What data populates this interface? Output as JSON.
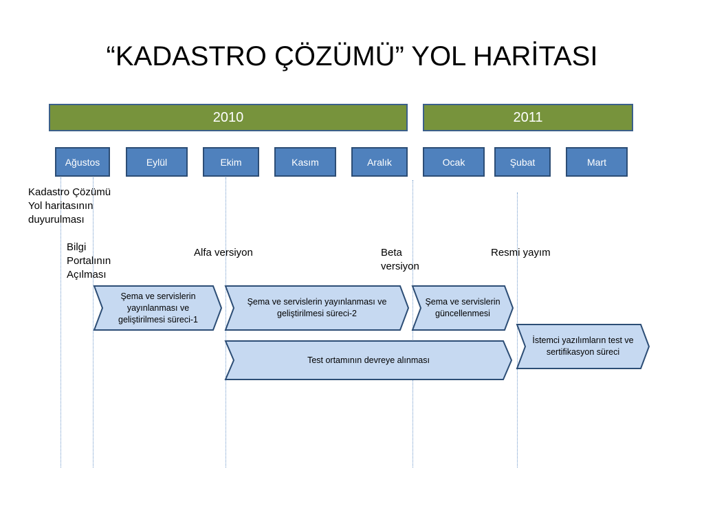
{
  "title": "“KADASTRO ÇÖZÜMÜ” YOL HARİTASI",
  "years": [
    "2010",
    "2011"
  ],
  "months": [
    "Ağustos",
    "Eylül",
    "Ekim",
    "Kasım",
    "Aralık",
    "Ocak",
    "Şubat",
    "Mart"
  ],
  "milestones": {
    "roadmap_announcement": "Kadastro Çözümü Yol haritasının duyurulması",
    "portal_opening": "Bilgi Portalının Açılması",
    "alpha": "Alfa versiyon",
    "beta": "Beta versiyon",
    "release": "Resmi yayım"
  },
  "processes": {
    "phase_1": "Şema ve servislerin yayınlanması ve geliştirilmesi süreci-1",
    "phase_2": "Şema ve servislerin yayınlanması ve geliştirilmesi süreci-2",
    "update": "Şema ve servislerin güncellenmesi",
    "client_test": "İstemci yazılımların test ve sertifikasyon süreci",
    "test_env": "Test ortamının devreye alınması"
  },
  "colors": {
    "year_fill": "#77933c",
    "month_fill": "#4f81bd",
    "arrow_fill": "#c6d9f1",
    "arrow_border": "#2c4d75"
  }
}
